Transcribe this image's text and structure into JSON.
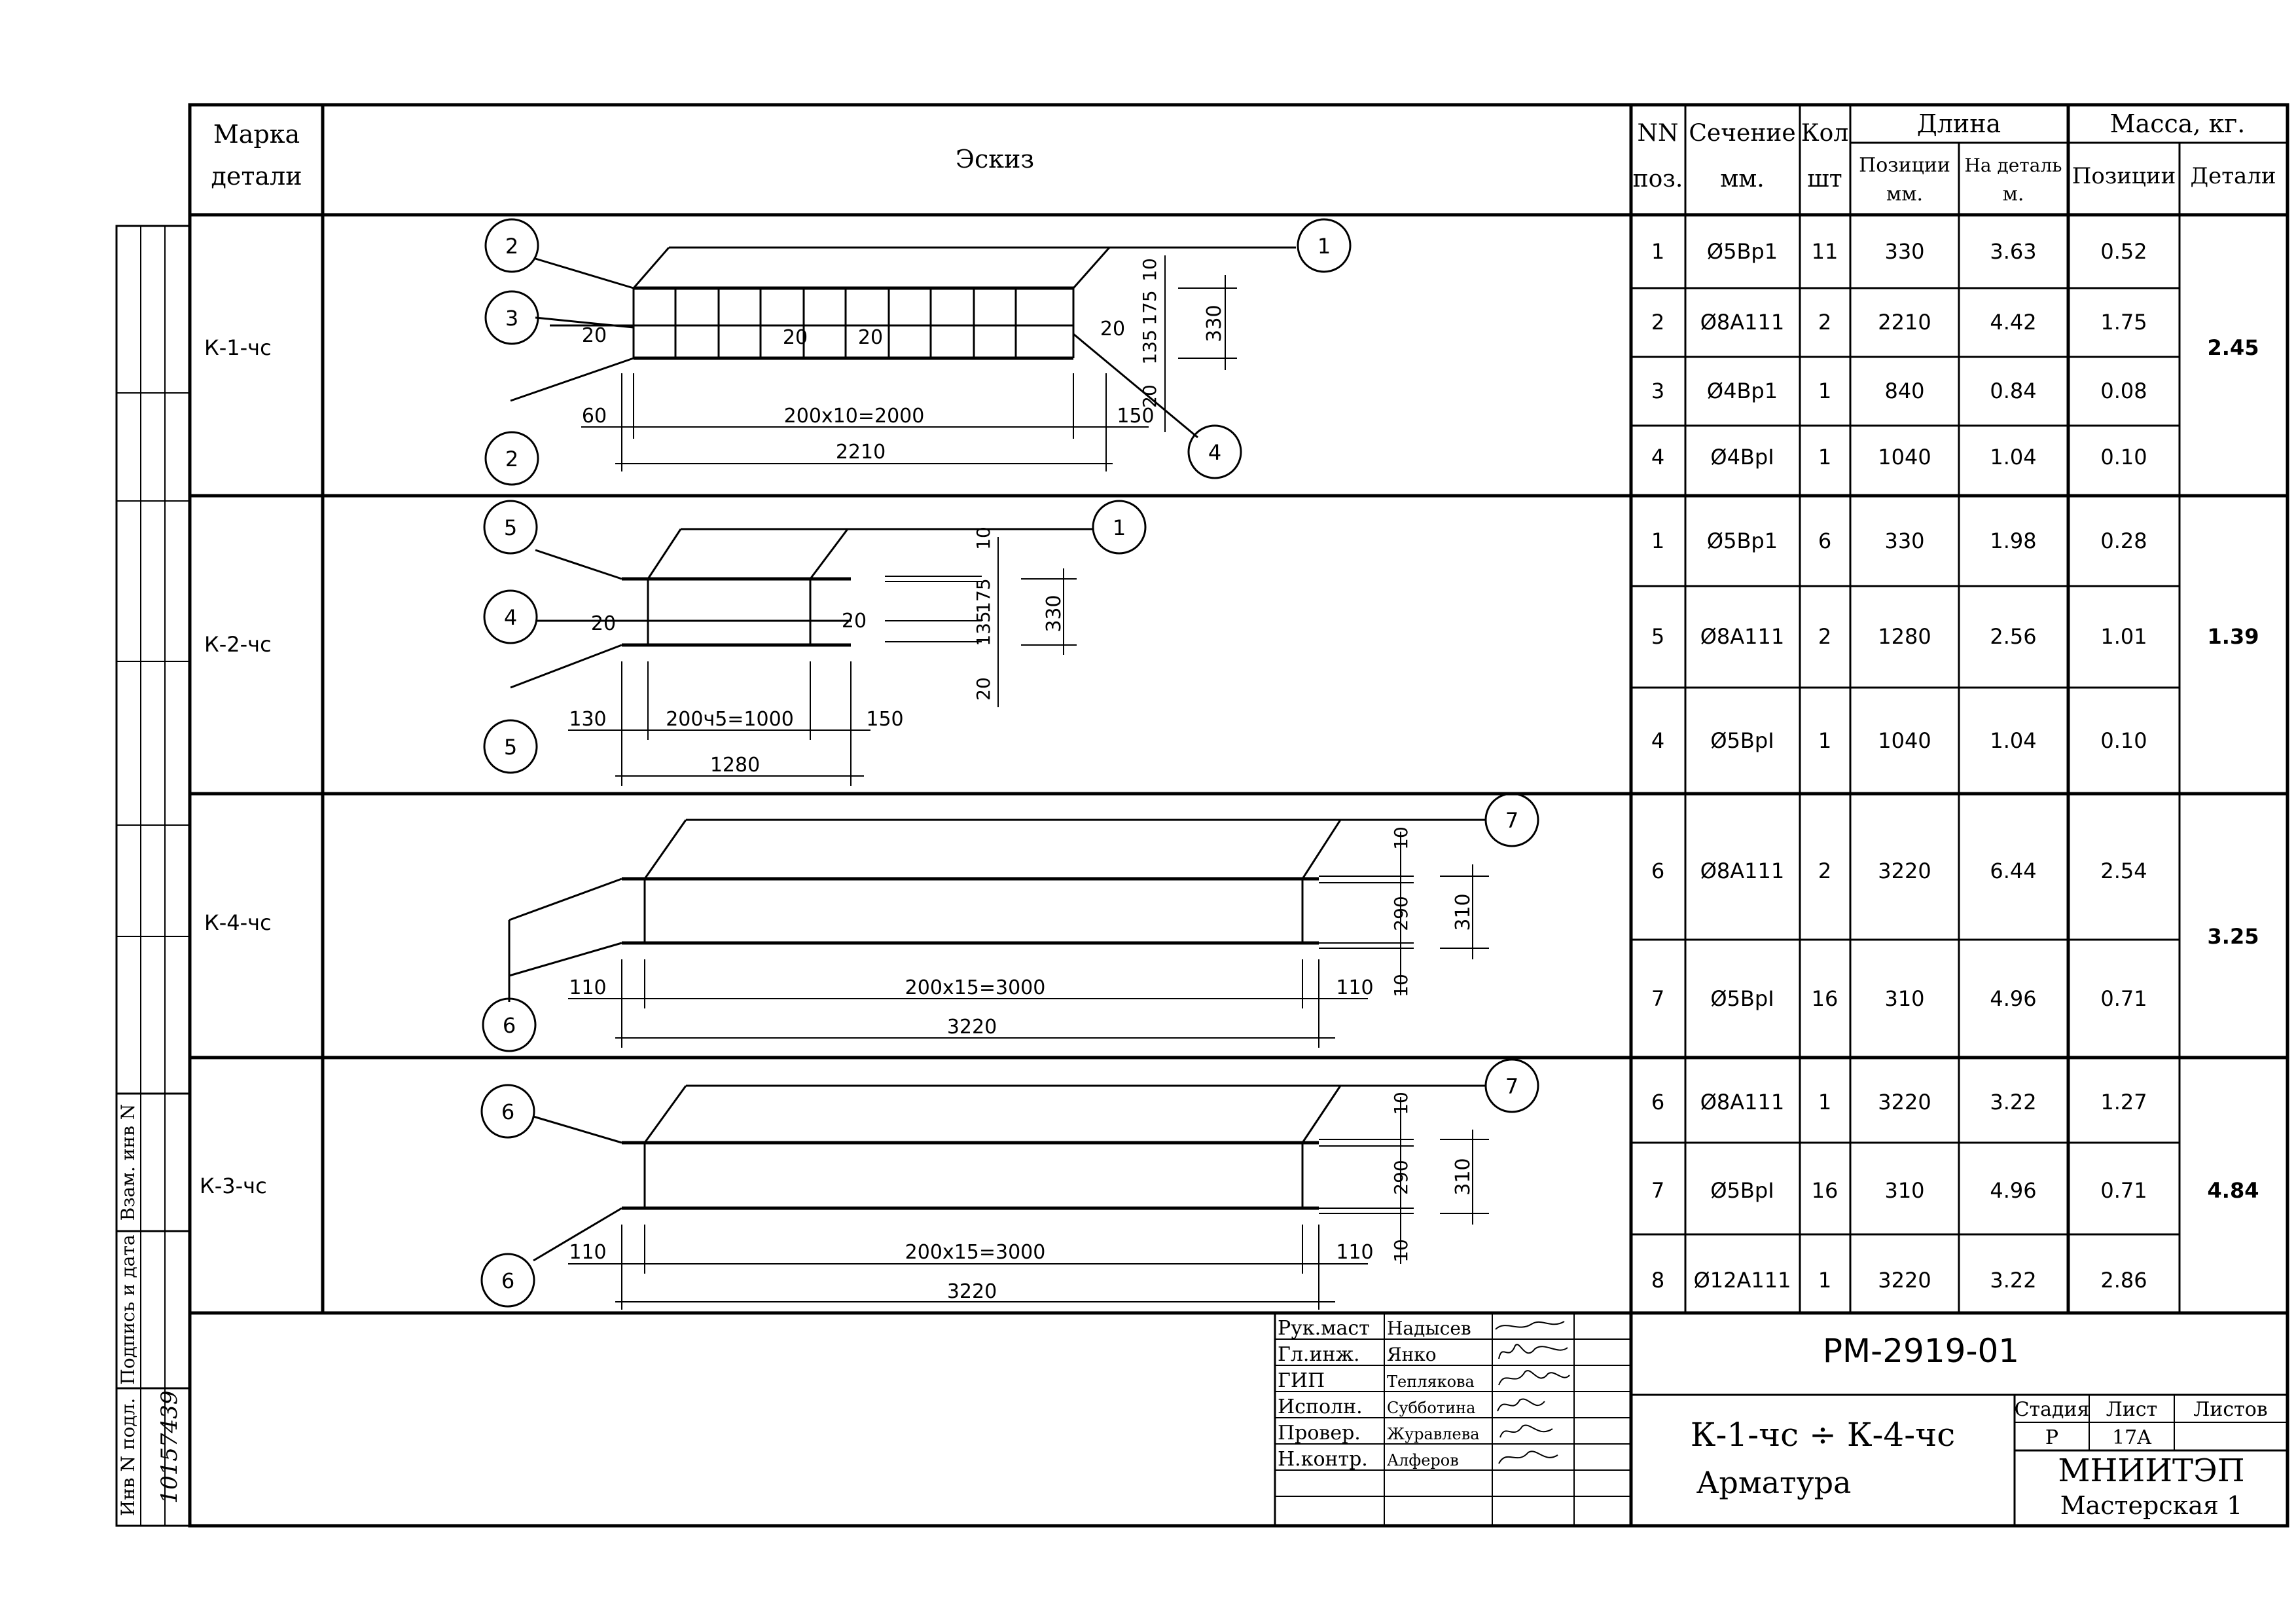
{
  "header": {
    "col_mark_1": "Марка",
    "col_mark_2": "детали",
    "col_sketch": "Эскиз",
    "col_pos_1": "NN",
    "col_pos_2": "поз.",
    "col_section_1": "Сечение",
    "col_section_2": "мм.",
    "col_qty_1": "Кол",
    "col_qty_2": "шт",
    "col_length": "Длина",
    "col_len_pos_1": "Позиции",
    "col_len_pos_2": "мм.",
    "col_len_det_1": "На деталь",
    "col_len_det_2": "м.",
    "col_mass": "Масса, кг.",
    "col_mass_pos": "Позиции",
    "col_mass_det": "Детали"
  },
  "details": [
    {
      "mark": "К-1-чс",
      "mass_total": "2.45",
      "rows": [
        {
          "pos": "1",
          "section": "Ø5Bp1",
          "qty": "11",
          "len_pos": "330",
          "len_det": "3.63",
          "mass_pos": "0.52"
        },
        {
          "pos": "2",
          "section": "Ø8A111",
          "qty": "2",
          "len_pos": "2210",
          "len_det": "4.42",
          "mass_pos": "1.75"
        },
        {
          "pos": "3",
          "section": "Ø4Bp1",
          "qty": "1",
          "len_pos": "840",
          "len_det": "0.84",
          "mass_pos": "0.08"
        },
        {
          "pos": "4",
          "section": "Ø4BpI",
          "qty": "1",
          "len_pos": "1040",
          "len_det": "1.04",
          "mass_pos": "0.10"
        }
      ],
      "sketch": {
        "callouts": [
          "2",
          "3",
          "2",
          "1",
          "4"
        ],
        "dims": [
          "20",
          "20",
          "20",
          "20",
          "60",
          "200х10=2000",
          "150",
          "2210",
          "10",
          "175",
          "135",
          "20",
          "330"
        ]
      }
    },
    {
      "mark": "К-2-чс",
      "mass_total": "1.39",
      "rows": [
        {
          "pos": "1",
          "section": "Ø5Bp1",
          "qty": "6",
          "len_pos": "330",
          "len_det": "1.98",
          "mass_pos": "0.28"
        },
        {
          "pos": "5",
          "section": "Ø8A111",
          "qty": "2",
          "len_pos": "1280",
          "len_det": "2.56",
          "mass_pos": "1.01"
        },
        {
          "pos": "4",
          "section": "Ø5BpI",
          "qty": "1",
          "len_pos": "1040",
          "len_det": "1.04",
          "mass_pos": "0.10"
        }
      ],
      "sketch": {
        "callouts": [
          "5",
          "4",
          "5",
          "1"
        ],
        "dims": [
          "20",
          "20",
          "130",
          "200ч5=1000",
          "150",
          "1280",
          "10",
          "175",
          "135",
          "20",
          "330"
        ]
      }
    },
    {
      "mark": "К-4-чс",
      "mass_total": "3.25",
      "rows": [
        {
          "pos": "6",
          "section": "Ø8A111",
          "qty": "2",
          "len_pos": "3220",
          "len_det": "6.44",
          "mass_pos": "2.54"
        },
        {
          "pos": "7",
          "section": "Ø5BpI",
          "qty": "16",
          "len_pos": "310",
          "len_det": "4.96",
          "mass_pos": "0.71"
        }
      ],
      "sketch": {
        "callouts": [
          "7",
          "6"
        ],
        "dims": [
          "110",
          "200х15=3000",
          "110",
          "3220",
          "10",
          "290",
          "10",
          "310"
        ]
      }
    },
    {
      "mark": "К-3-чс",
      "mass_total": "4.84",
      "rows": [
        {
          "pos": "6",
          "section": "Ø8A111",
          "qty": "1",
          "len_pos": "3220",
          "len_det": "3.22",
          "mass_pos": "1.27"
        },
        {
          "pos": "7",
          "section": "Ø5BpI",
          "qty": "16",
          "len_pos": "310",
          "len_det": "4.96",
          "mass_pos": "0.71"
        },
        {
          "pos": "8",
          "section": "Ø12A111",
          "qty": "1",
          "len_pos": "3220",
          "len_det": "3.22",
          "mass_pos": "2.86"
        }
      ],
      "sketch": {
        "callouts": [
          "6",
          "7",
          "6"
        ],
        "dims": [
          "110",
          "200х15=3000",
          "110",
          "3220",
          "10",
          "290",
          "10",
          "310"
        ]
      }
    }
  ],
  "side_stamp": {
    "inv_podl": "Инв N подл.",
    "podpis": "Подпись и дата",
    "vzam": "Взам. инв N",
    "inv_value": "10157439"
  },
  "title_block": {
    "signatures": [
      {
        "role": "Рук.маст",
        "name": "Надысев"
      },
      {
        "role": "Гл.инж.",
        "name": "Янко"
      },
      {
        "role": "ГИП",
        "name": "Теплякова"
      },
      {
        "role": "Исполн.",
        "name": "Субботина"
      },
      {
        "role": "Провер.",
        "name": "Журавлева"
      },
      {
        "role": "Н.контр.",
        "name": "Алферов"
      }
    ],
    "doc_code": "PM-2919-01",
    "subject_line1": "К-1-чс ÷ К-4-чс",
    "subject_line2": "Арматура",
    "stage_label": "Стадия",
    "sheet_label": "Лист",
    "sheets_label": "Листов",
    "stage": "P",
    "sheet": "17A",
    "organization": "МНИИТЭП",
    "workshop": "Мастерская 1"
  }
}
